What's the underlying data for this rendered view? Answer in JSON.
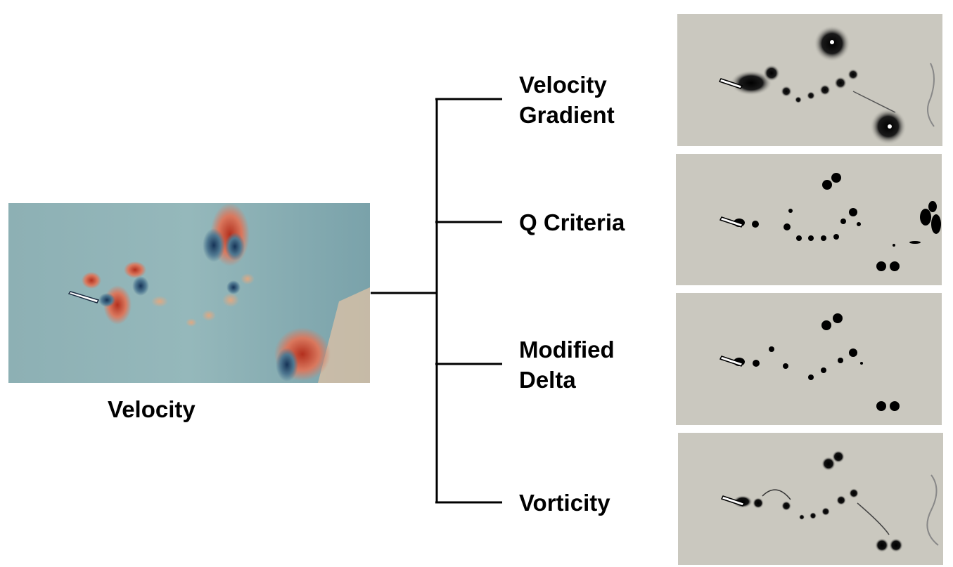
{
  "source": {
    "label": "Velocity",
    "colormap": {
      "low": "#1f3f6a",
      "mid": "#8fb3b7",
      "high": "#b8301f",
      "background": "#86aeb2"
    }
  },
  "derived": [
    {
      "label_lines": [
        "Velocity",
        "Gradient"
      ]
    },
    {
      "label_lines": [
        "Q Criteria"
      ]
    },
    {
      "label_lines": [
        "Modified",
        "Delta"
      ]
    },
    {
      "label_lines": [
        "Vorticity"
      ]
    }
  ],
  "grayscale": {
    "background": "#cac8bf",
    "feature": "#000000"
  }
}
